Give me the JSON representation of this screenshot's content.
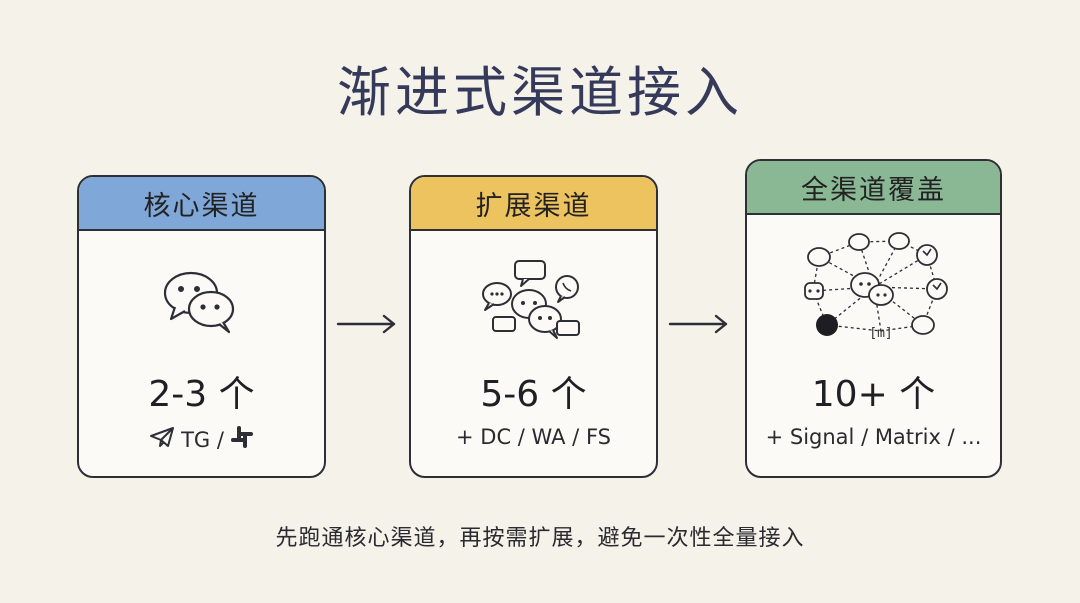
{
  "title": "渐进式渠道接入",
  "cards": [
    {
      "header": "核心渠道",
      "header_color": "#7fa8d8",
      "icon": "wechat-bubbles-icon",
      "count": "2-3 个",
      "sub_prefix_icon": "telegram-icon",
      "sub_text": "TG /",
      "sub_suffix_icon": "slack-icon"
    },
    {
      "header": "扩展渠道",
      "header_color": "#ecc35f",
      "icon": "multi-chat-bubbles-icon",
      "count": "5-6 个",
      "sub_text": "+ DC / WA / FS"
    },
    {
      "header": "全渠道覆盖",
      "header_color": "#8ab895",
      "icon": "channel-network-icon",
      "count": "10+ 个",
      "sub_text": "+ Signal / Matrix / ..."
    }
  ],
  "footer": "先跑通核心渠道，再按需扩展，避免一次性全量接入",
  "matrix_label": "[m]"
}
